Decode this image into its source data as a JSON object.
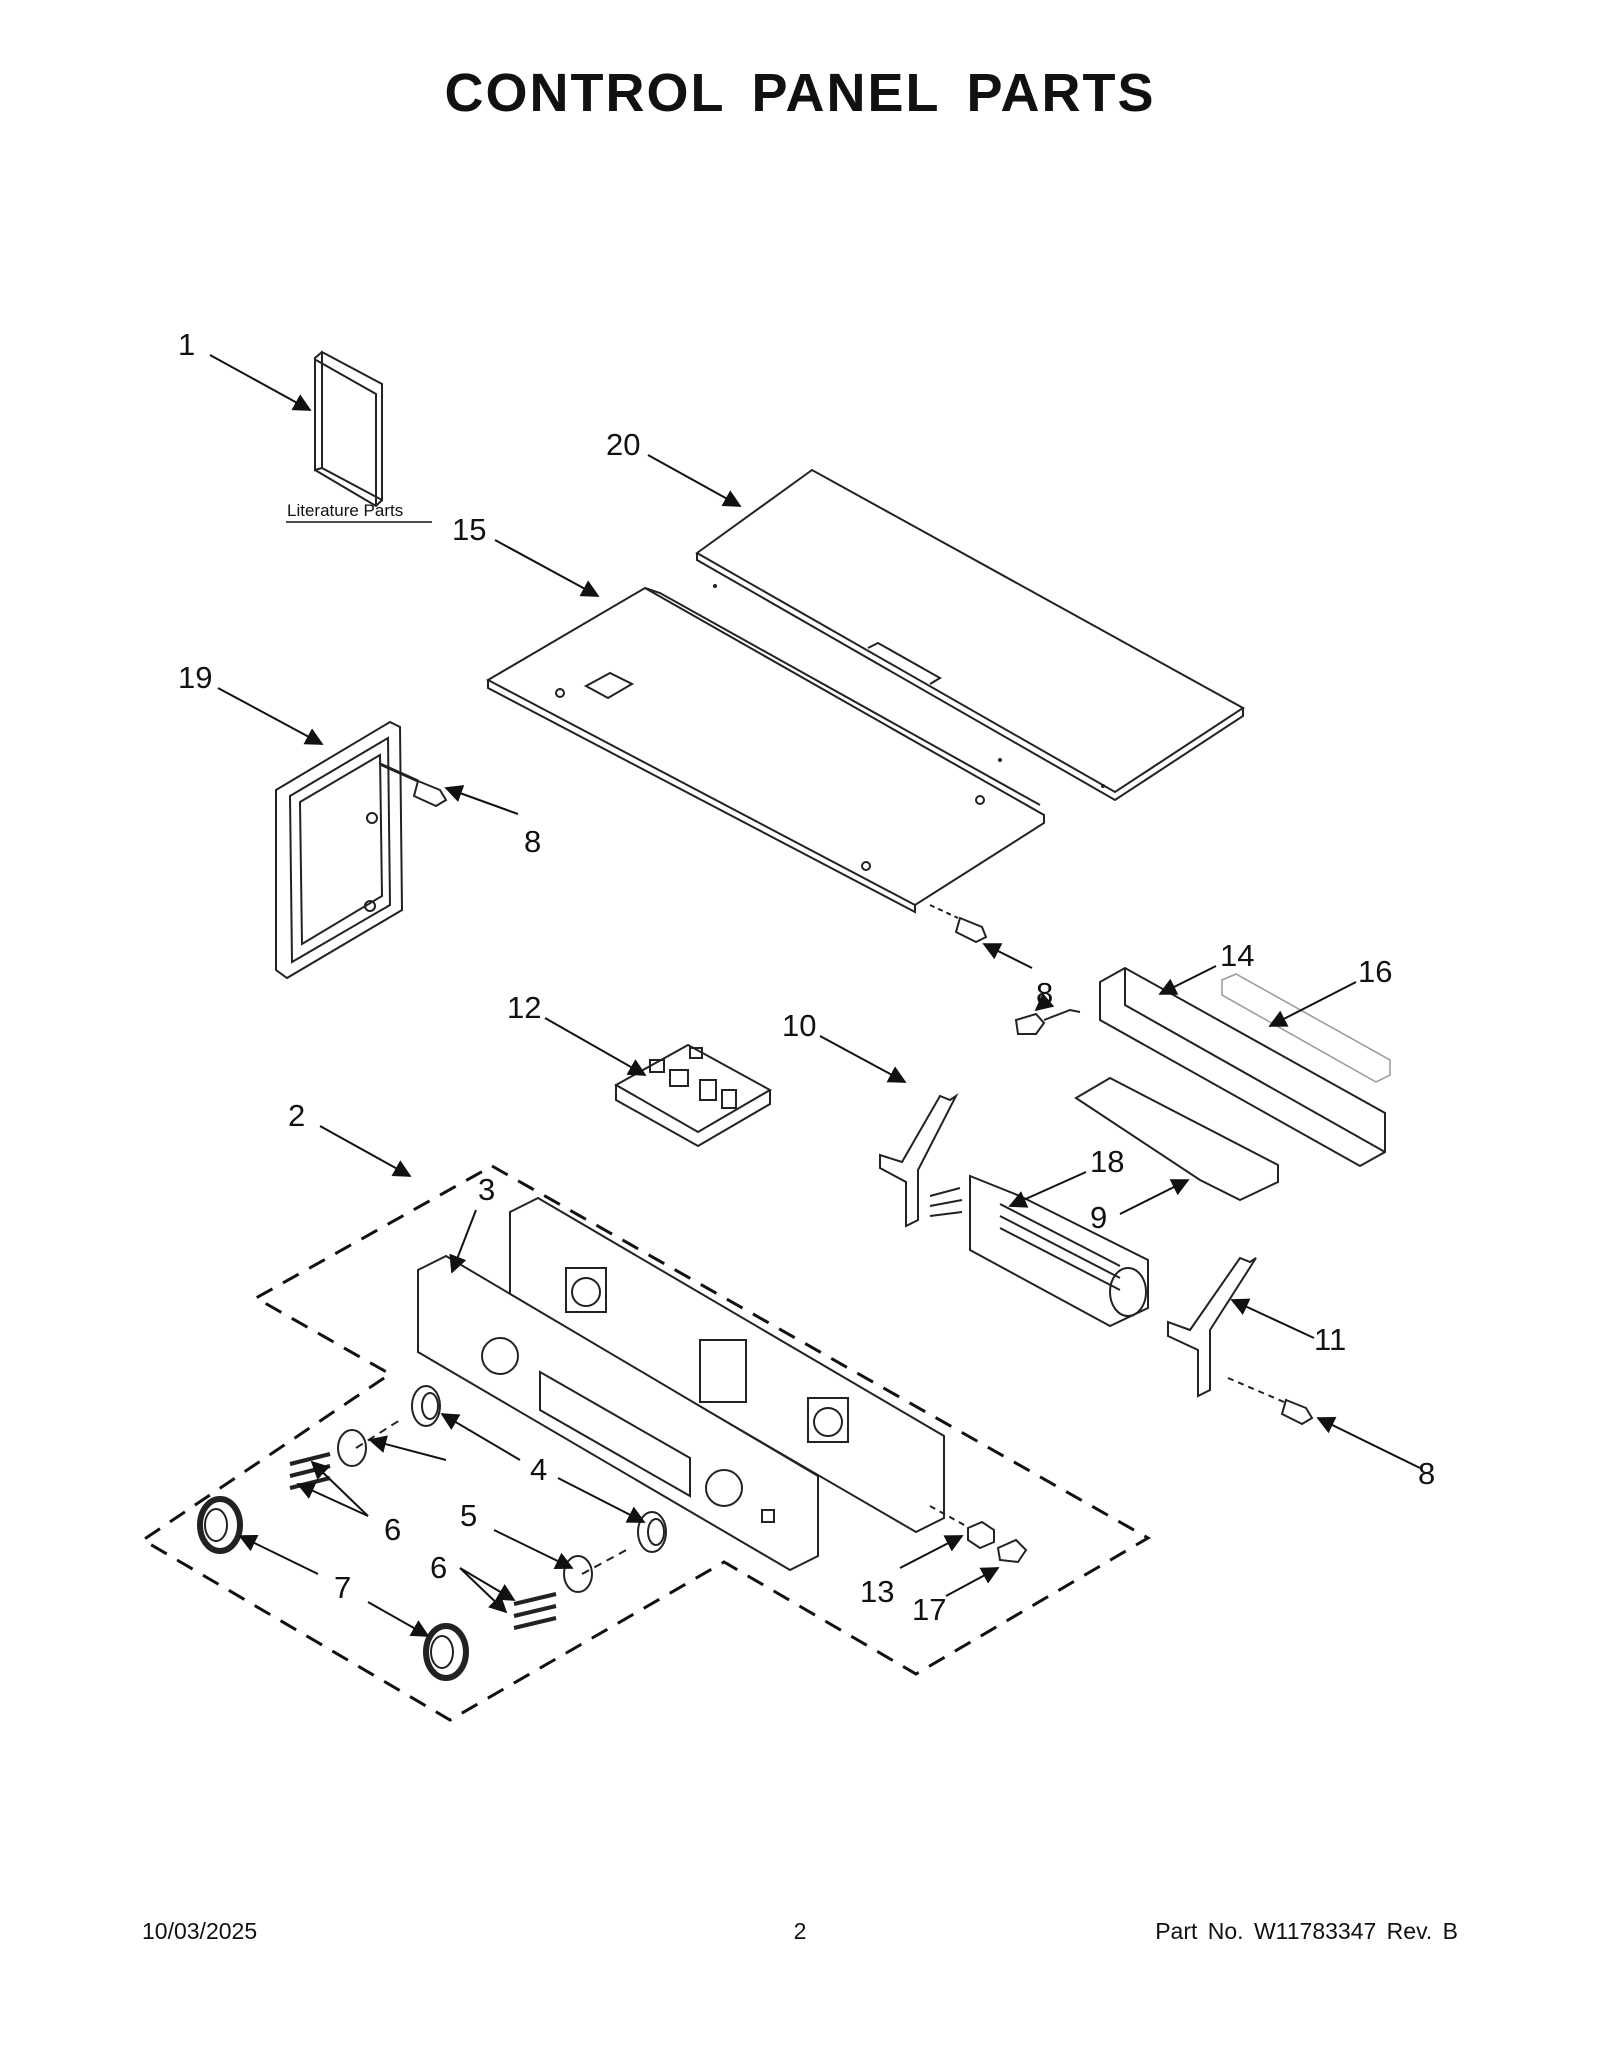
{
  "title": "CONTROL PANEL PARTS",
  "literature_label": "Literature Parts",
  "callouts": {
    "c1": "1",
    "c20": "20",
    "c15": "15",
    "c19": "19",
    "c8a": "8",
    "c8b": "8",
    "c12": "12",
    "c14": "14",
    "c16": "16",
    "c8c": "8",
    "c10": "10",
    "c2": "2",
    "c18": "18",
    "c9": "9",
    "c3": "3",
    "c11": "11",
    "c8d": "8",
    "c4": "4",
    "c6a": "6",
    "c5": "5",
    "c6b": "6",
    "c7": "7",
    "c13": "13",
    "c17": "17"
  },
  "footer": {
    "date": "10/03/2025",
    "page": "2",
    "part_no": "Part No.  W11783347  Rev.  B"
  }
}
